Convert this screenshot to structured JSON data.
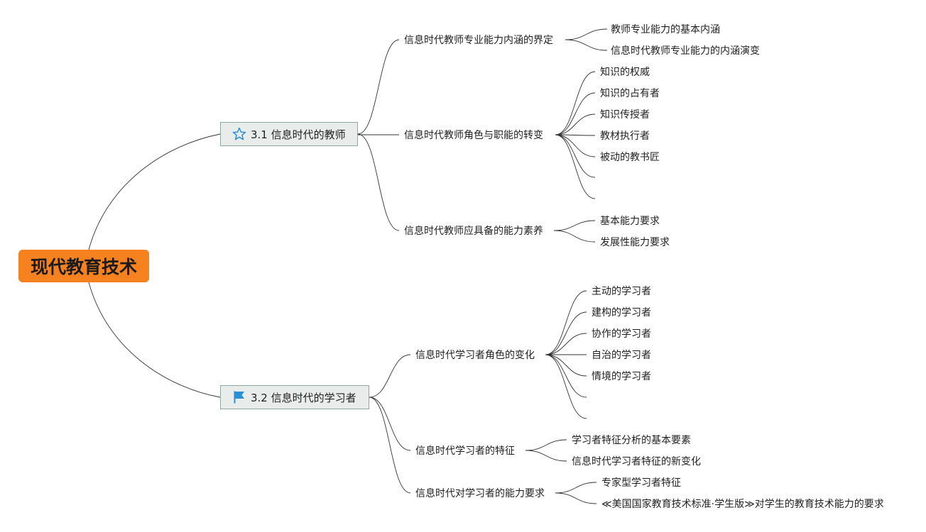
{
  "root": {
    "label": "现代教育技术"
  },
  "branches": [
    {
      "label": "3.1 信息时代的教师",
      "icon": "star-icon",
      "children": [
        {
          "label": "信息时代教师专业能力内涵的界定",
          "children": [
            "教师专业能力的基本内涵",
            "信息时代教师专业能力的内涵演变"
          ]
        },
        {
          "label": "信息时代教师角色与职能的转变",
          "children": [
            "知识的权威",
            "知识的占有者",
            "知识传授者",
            "教材执行者",
            "被动的教书匠",
            "",
            ""
          ]
        },
        {
          "label": "信息时代教师应具备的能力素养",
          "children": [
            "基本能力要求",
            "发展性能力要求"
          ]
        }
      ]
    },
    {
      "label": "3.2 信息时代的学习者",
      "icon": "flag-icon",
      "children": [
        {
          "label": "信息时代学习者角色的变化",
          "children": [
            "主动的学习者",
            "建构的学习者",
            "协作的学习者",
            "自治的学习者",
            "情境的学习者",
            "",
            ""
          ]
        },
        {
          "label": "信息时代学习者的特征",
          "children": [
            "学习者特征分析的基本要素",
            "信息时代学习者特征的新变化"
          ]
        },
        {
          "label": "信息时代对学习者的能力要求",
          "children": [
            "专家型学习者特征",
            "≪美国国家教育技术标准·学生版≫对学生的教育技术能力的要求"
          ]
        }
      ]
    }
  ],
  "colors": {
    "root_fill": "#f5811f",
    "branch_fill": "#e8ecea",
    "branch_border": "#8fa89c",
    "line": "#333333",
    "icon_blue": "#2b8fd6"
  }
}
